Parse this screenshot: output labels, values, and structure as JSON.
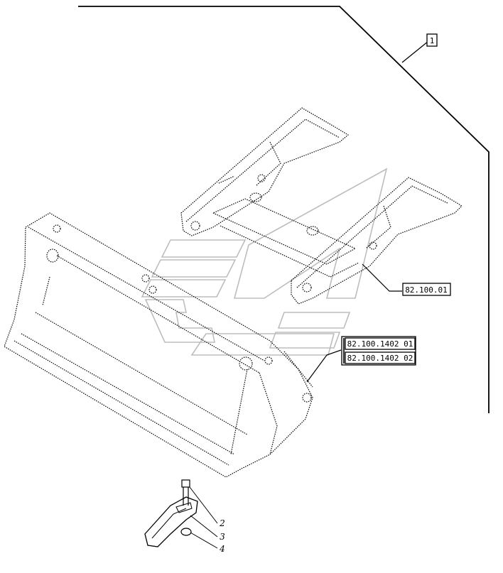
{
  "callouts": {
    "ref_1": "1",
    "ref_2": "82.100.01",
    "ref_3": "82.100.1402 01",
    "ref_4": "82.100.1402 02",
    "item_2": "2",
    "item_3": "3",
    "item_4": "4"
  }
}
